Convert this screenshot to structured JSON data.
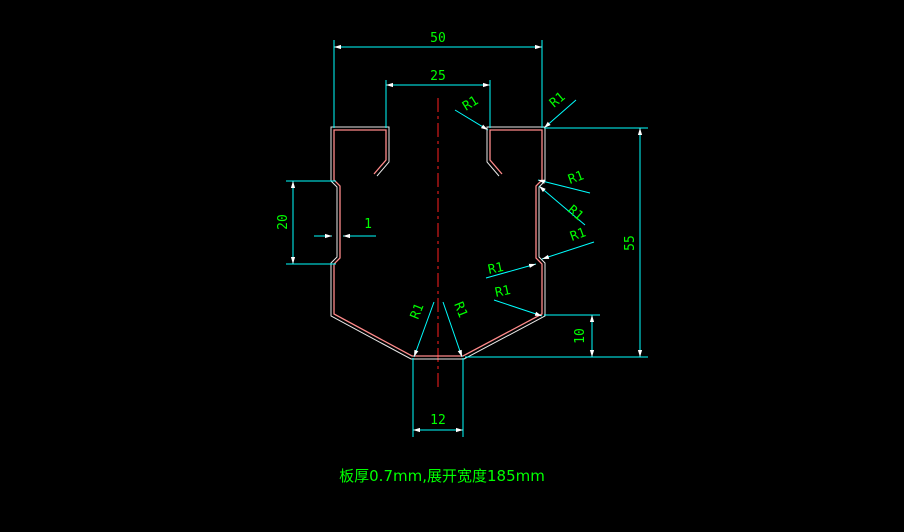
{
  "colors": {
    "background": "#000000",
    "profile": "#ff8a8a",
    "profile_inner": "#e8e8e8",
    "centerline": "#ff2020",
    "dimension_line": "#00ffff",
    "dimension_text": "#00ff00",
    "note_text": "#00ff00"
  },
  "dimensions": {
    "overall_width": "50",
    "opening_width": "25",
    "height": "55",
    "side_recess": "20",
    "recess_depth": "1",
    "bottom_chamfer_height": "10",
    "bottom_width": "12"
  },
  "radii": {
    "r1": "R1",
    "r2": "R1",
    "r3": "R1",
    "r4": "R1",
    "r5": "R1",
    "r6": "R1",
    "r7": "R1",
    "r8": "R1",
    "r9": "R1"
  },
  "note": "板厚0.7mm,展开宽度185mm"
}
